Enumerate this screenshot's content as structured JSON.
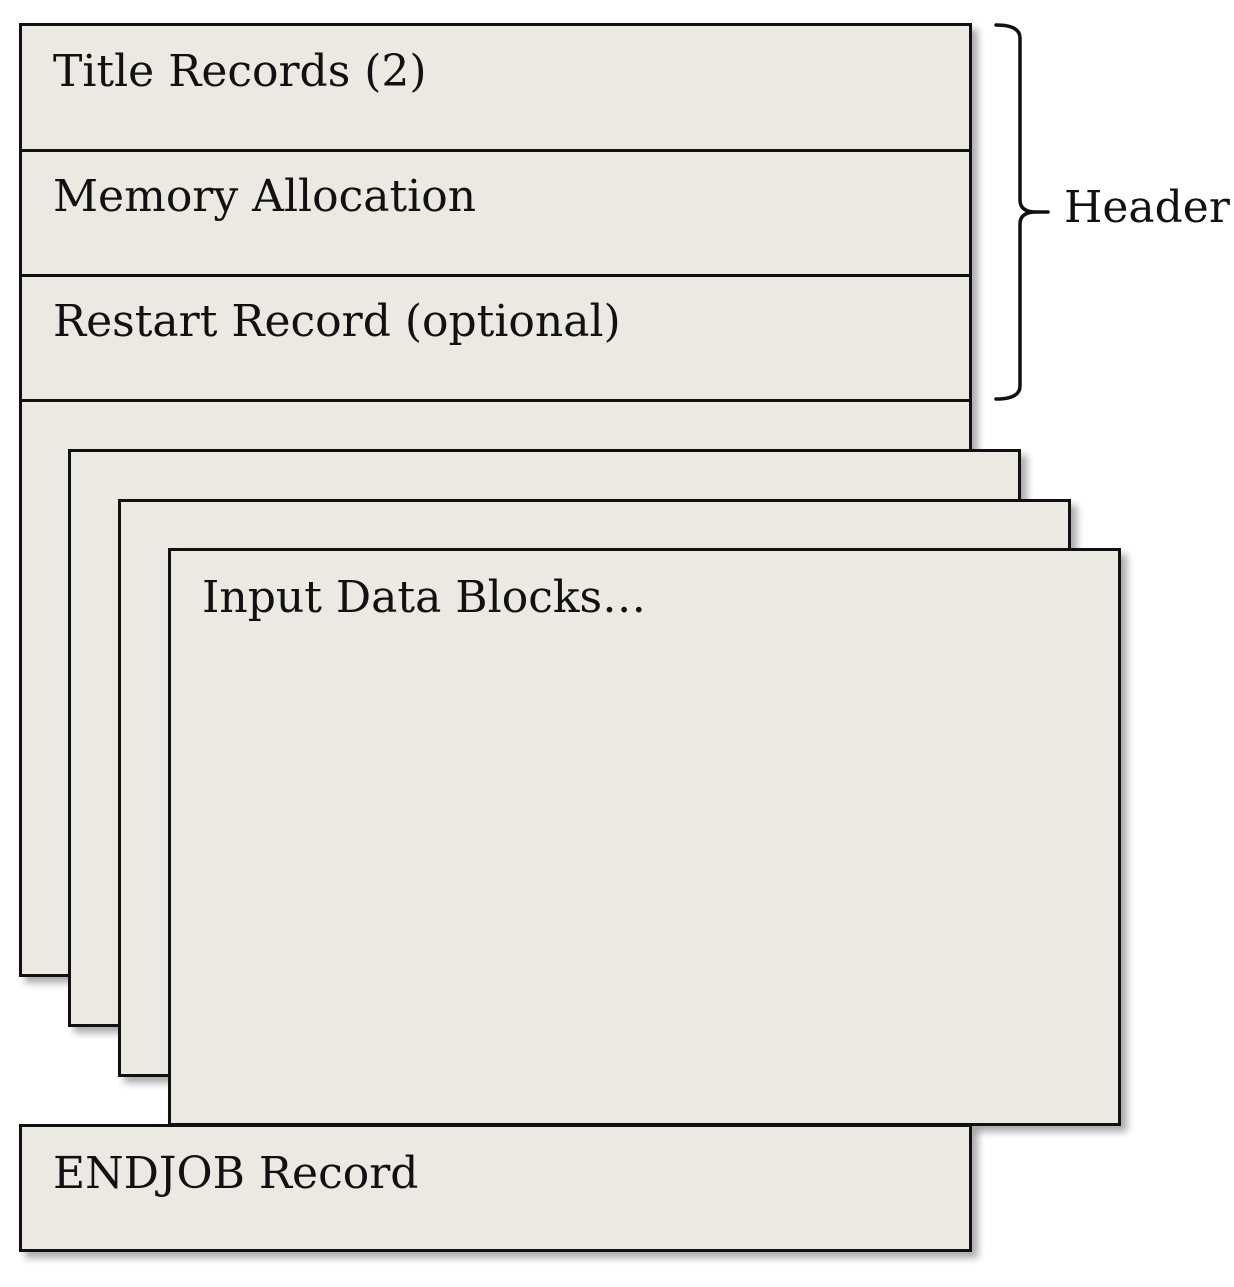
{
  "header_sections": [
    {
      "label": "Title Records (2)"
    },
    {
      "label": "Memory Allocation"
    },
    {
      "label": "Restart Record (optional)"
    }
  ],
  "header_brace_label": "Header",
  "input_blocks_label": "Input Data Blocks…",
  "endjob_label": "ENDJOB Record",
  "colors": {
    "box_fill": "#ece9e2",
    "border": "#111111"
  }
}
